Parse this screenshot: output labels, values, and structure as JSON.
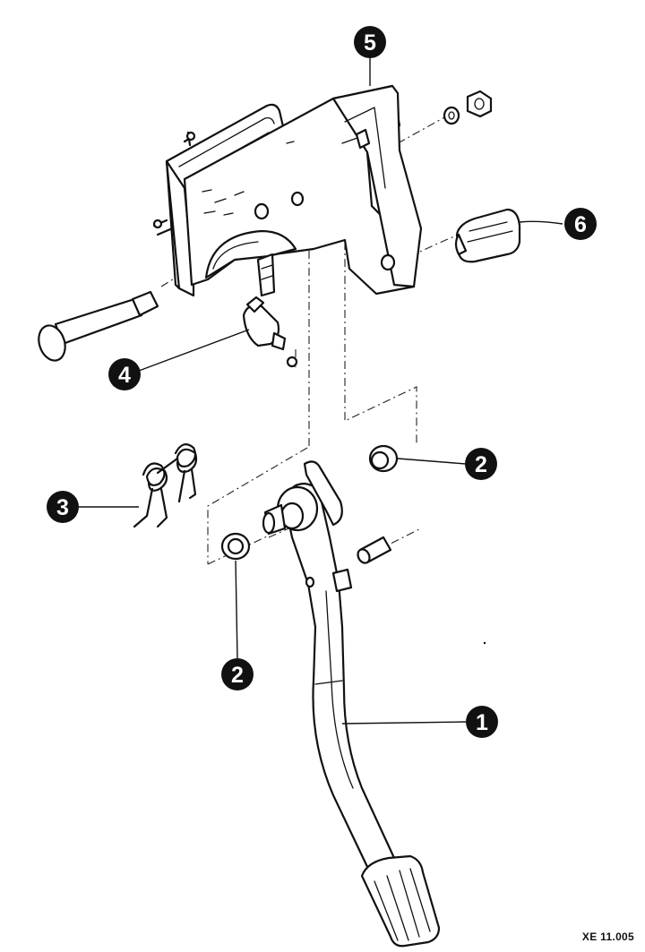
{
  "figure": {
    "reference_code": "XE 11.005",
    "callouts": [
      {
        "id": "callout-1",
        "label": "1",
        "part": "pedal-lever"
      },
      {
        "id": "callout-2a",
        "label": "2",
        "part": "bush-right"
      },
      {
        "id": "callout-2b",
        "label": "2",
        "part": "bush-left"
      },
      {
        "id": "callout-3",
        "label": "3",
        "part": "return-spring"
      },
      {
        "id": "callout-4",
        "label": "4",
        "part": "switch"
      },
      {
        "id": "callout-5",
        "label": "5",
        "part": "mounting-bracket"
      },
      {
        "id": "callout-6",
        "label": "6",
        "part": "pad-stop"
      }
    ]
  },
  "colors": {
    "ink": "#111111",
    "callout_fill": "#111111",
    "callout_text": "#ffffff",
    "background": "#ffffff"
  }
}
